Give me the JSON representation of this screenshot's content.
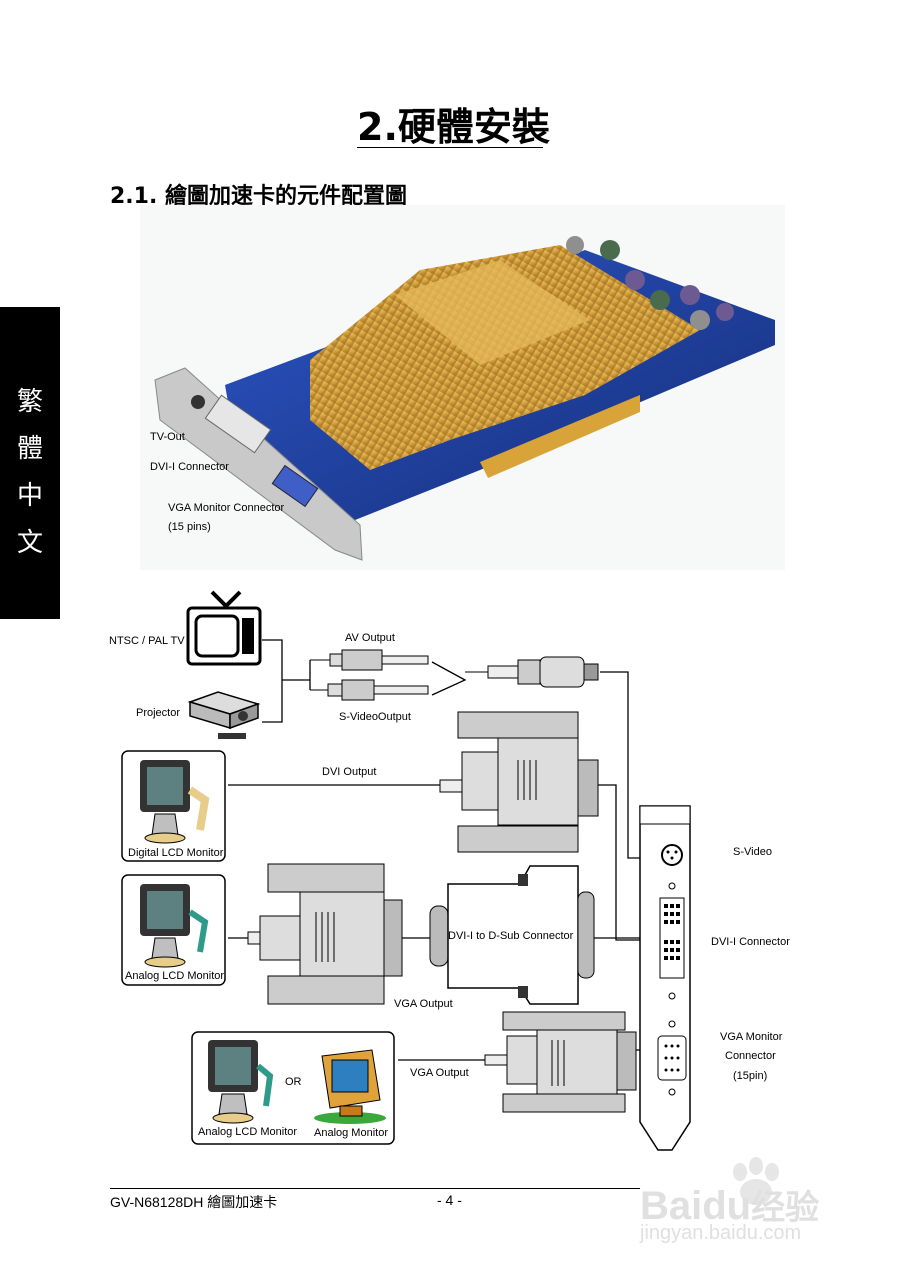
{
  "sidebar": {
    "tab_chars": [
      "繁",
      "體",
      "中",
      "文"
    ]
  },
  "header": {
    "title_num": "2.",
    "title_text": "硬體安裝",
    "subtitle_num": "2.1.",
    "subtitle_text": "繪圖加速卡的元件配置圖"
  },
  "photo_labels": {
    "tv_out": "TV-Out",
    "dvi_connector": "DVI-I Connector",
    "vga_connector": "VGA Monitor Connector",
    "vga_pins": "(15 pins)"
  },
  "diagram": {
    "ntsc_pal_tv": "NTSC / PAL TV",
    "projector": "Projector",
    "av_output": "AV Output",
    "svideo_output": "S-VideoOutput",
    "dvi_output": "DVI Output",
    "digital_lcd": "Digital LCD Monitor",
    "analog_lcd": "Analog LCD Monitor",
    "dvi_to_dsub": "DVI-I to D-Sub Connector",
    "vga_output_1": "VGA Output",
    "vga_output_2": "VGA Output",
    "or": "OR",
    "analog_lcd_2": "Analog LCD Monitor",
    "analog_monitor": "Analog Monitor",
    "svideo": "S-Video",
    "dvi_i_connector": "DVI-I Connector",
    "vga_monitor": "VGA Monitor",
    "connector": "Connector",
    "pin15": "(15pin)"
  },
  "footer": {
    "model": "GV-N68128DH 繪圖加速卡",
    "page": "- 4 -"
  },
  "watermark": {
    "brand": "Bai",
    "brand2": "du",
    "cn": "经验",
    "url": "jingyan.baidu.com"
  },
  "colors": {
    "pcb_blue": "#1e3f9c",
    "heatsink_gold": "#d9a642",
    "bracket_gray": "#c9c9c9"
  }
}
